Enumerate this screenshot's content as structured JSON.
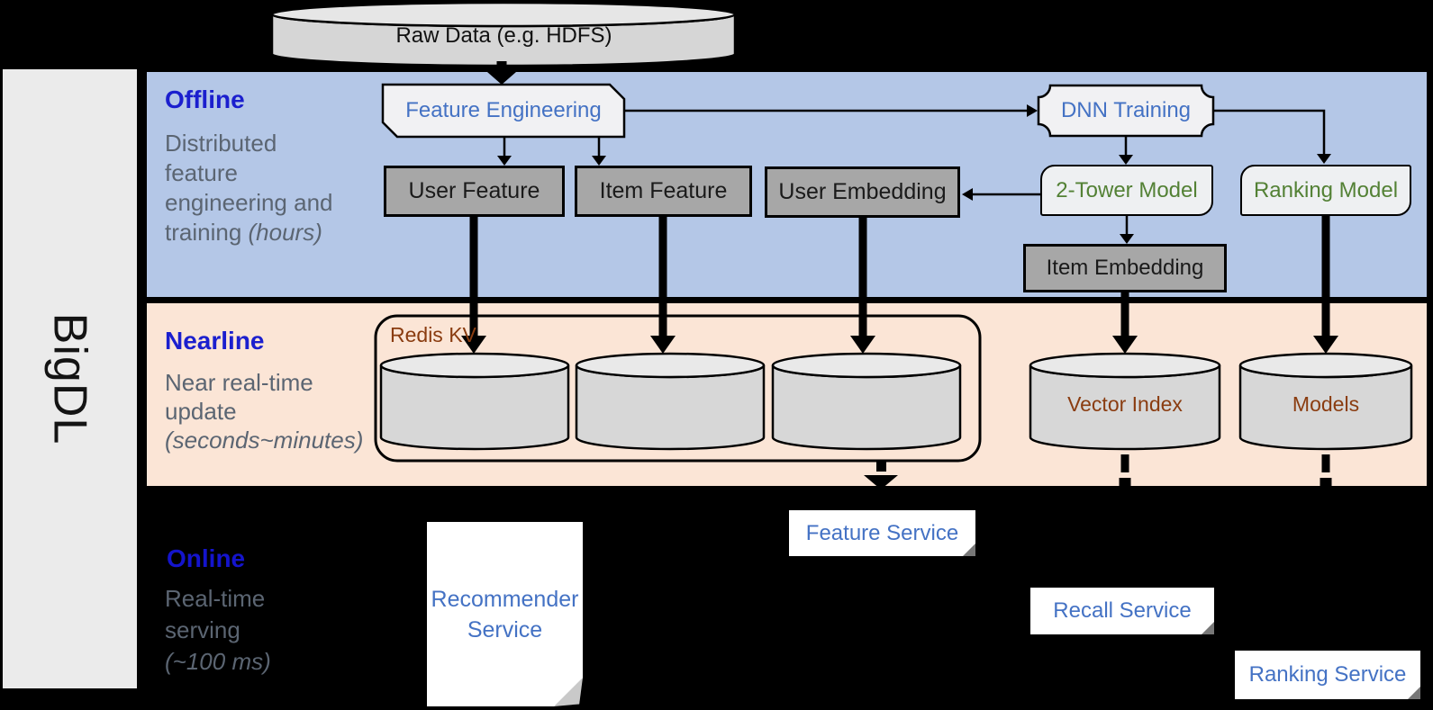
{
  "brand": "BigDL",
  "source_db": "Raw Data (e.g. HDFS)",
  "lanes": {
    "offline": {
      "title": "Offline",
      "desc1": "Distributed",
      "desc2": "feature",
      "desc3": "engineering and",
      "desc4": "training",
      "desc4_italic": "(hours)"
    },
    "nearline": {
      "title": "Nearline",
      "desc1": "Near real-time",
      "desc2": "update",
      "desc3_italic": "(seconds~minutes)"
    },
    "online": {
      "title": "Online",
      "desc1": "Real-time",
      "desc2": "serving",
      "desc3_italic": "(~100 ms)"
    }
  },
  "nodes": {
    "feature_engineering": "Feature Engineering",
    "dnn_training": "DNN Training",
    "user_feature": "User Feature",
    "item_feature": "Item Feature",
    "user_embedding": "User Embedding",
    "two_tower_model": "2-Tower Model",
    "ranking_model": "Ranking Model",
    "item_embedding": "Item Embedding",
    "redis_kv": "Redis KV",
    "vector_index": "Vector Index",
    "models": "Models",
    "recommender_service_line1": "Recommender",
    "recommender_service_line2": "Service",
    "feature_service": "Feature Service",
    "recall_service": "Recall Service",
    "ranking_service": "Ranking Service"
  },
  "colors": {
    "offline_band": "#b4c7e7",
    "nearline_band": "#fbe5d6",
    "lane_title_blue": "#1b1fce",
    "lane_desc_gray": "#5b6572",
    "node_text_blue": "#4472c4",
    "node_text_green": "#538135",
    "node_text_brown": "#8a3c10",
    "dark_node_fill": "#a7a7a7",
    "light_node_fill": "#f1f1f3",
    "cylinder_fill": "#d7d7d7"
  }
}
